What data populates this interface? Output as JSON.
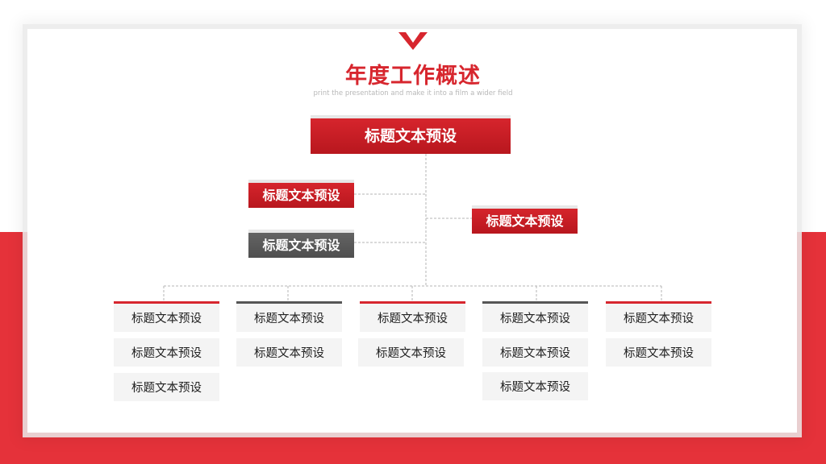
{
  "slide": {
    "title": "年度工作概述",
    "subtitle": "print the presentation and make it into a film a wider field"
  },
  "colors": {
    "accent": "#d7262e",
    "gray": "#555555",
    "band": "#e5323a"
  },
  "org_chart": {
    "root": {
      "label": "标题文本预设",
      "color": "red"
    },
    "mid": [
      {
        "label": "标题文本预设",
        "color": "red"
      },
      {
        "label": "标题文本预设",
        "color": "gray"
      },
      {
        "label": "标题文本预设",
        "color": "red"
      }
    ],
    "columns": [
      {
        "bar": "red",
        "items": [
          "标题文本预设",
          "标题文本预设",
          "标题文本预设"
        ]
      },
      {
        "bar": "gray",
        "items": [
          "标题文本预设",
          "标题文本预设"
        ]
      },
      {
        "bar": "red",
        "items": [
          "标题文本预设",
          "标题文本预设"
        ]
      },
      {
        "bar": "gray",
        "items": [
          "标题文本预设",
          "标题文本预设",
          "标题文本预设"
        ]
      },
      {
        "bar": "red",
        "items": [
          "标题文本预设",
          "标题文本预设"
        ]
      }
    ]
  }
}
